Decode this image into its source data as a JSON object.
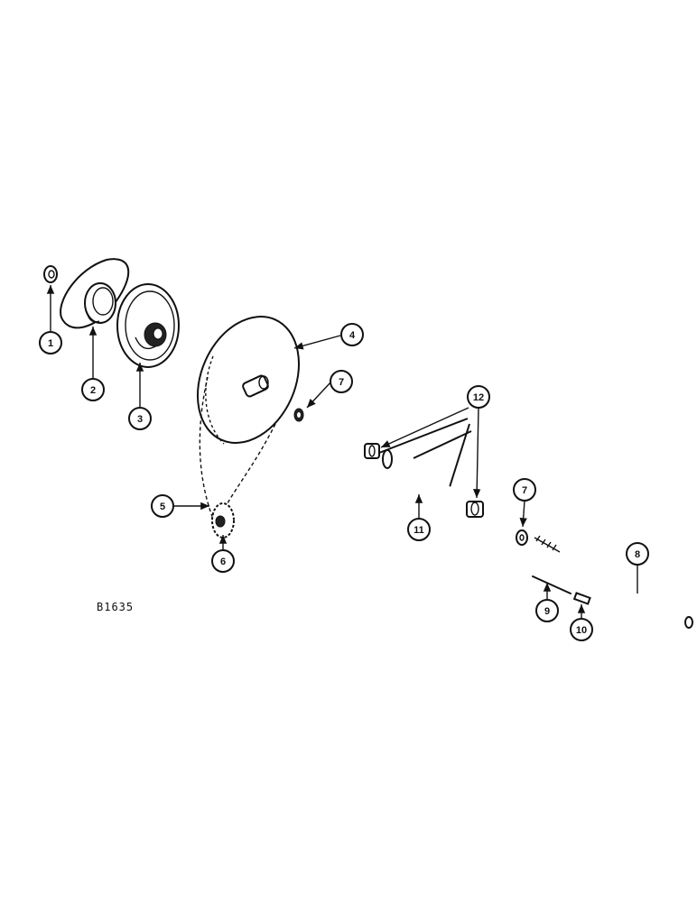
{
  "diagram": {
    "drawing_ref": "B1635",
    "callouts": [
      "1",
      "2",
      "3",
      "4",
      "5",
      "6",
      "7",
      "7",
      "8",
      "9",
      "10",
      "11",
      "12"
    ]
  }
}
